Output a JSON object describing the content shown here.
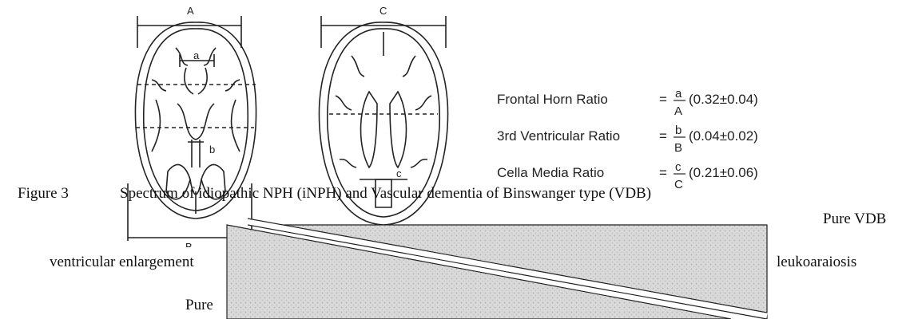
{
  "diagram": {
    "measure_labels": {
      "A": "A",
      "a": "a",
      "b": "b",
      "B": "B",
      "C": "C",
      "c": "c"
    },
    "ratios": [
      {
        "name": "Frontal Horn Ratio",
        "eq": "=",
        "num": "a",
        "den": "A",
        "value": "(0.32±0.04)"
      },
      {
        "name": "3rd Ventricular Ratio",
        "eq": "=",
        "num": "b",
        "den": "B",
        "value": "(0.04±0.02)"
      },
      {
        "name": "Cella Media Ratio",
        "eq": "=",
        "num": "c",
        "den": "C",
        "value": "(0.21±0.06)"
      }
    ]
  },
  "figure": {
    "caption_label": "Figure 3",
    "caption_text": "Spectrum of idiopathic NPH (iNPH) and Vascular dementia of Binswanger type (VDB)",
    "left_label": "ventricular enlargement",
    "left_bottom_label": "Pure",
    "right_top_label": "Pure VDB",
    "right_label": "leukoaraiosis"
  }
}
